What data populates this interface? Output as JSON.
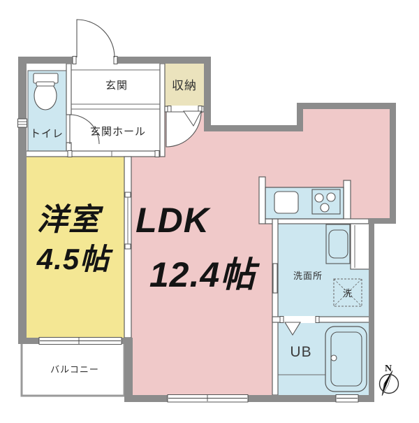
{
  "figure_type": "apartment-floor-plan",
  "rooms": {
    "genkan": {
      "label": "玄関"
    },
    "storage": {
      "label": "収納"
    },
    "toilet": {
      "label": "トイレ"
    },
    "hall": {
      "label": "玄関ホール"
    },
    "western_room": {
      "label": "洋室",
      "size": "4.5帖"
    },
    "ldk": {
      "label": "LDK",
      "size": "12.4帖"
    },
    "washroom": {
      "label": "洗面所"
    },
    "washer_space": {
      "label": "洗"
    },
    "bathroom": {
      "label": "UB"
    },
    "balcony": {
      "label": "バルコニー"
    }
  },
  "compass": {
    "north_label": "N"
  },
  "colors": {
    "ldk_fill": "#f0c9c9",
    "western_room_fill": "#f4e794",
    "wet_area_fill": "#cde7f0",
    "storage_fill": "#ebe3bd",
    "outer_wall": "#8c8c8c",
    "line": "#5f5f5f",
    "text_big": "#141414",
    "text_small": "#2e2e2e"
  },
  "icons": [
    "toilet-icon",
    "bathtub-icon",
    "kitchen-sink-icon",
    "stove-icon",
    "washbasin-icon",
    "washing-machine-icon",
    "compass-icon",
    "door-swing-icon",
    "folding-door-icon",
    "sliding-window-icon"
  ]
}
